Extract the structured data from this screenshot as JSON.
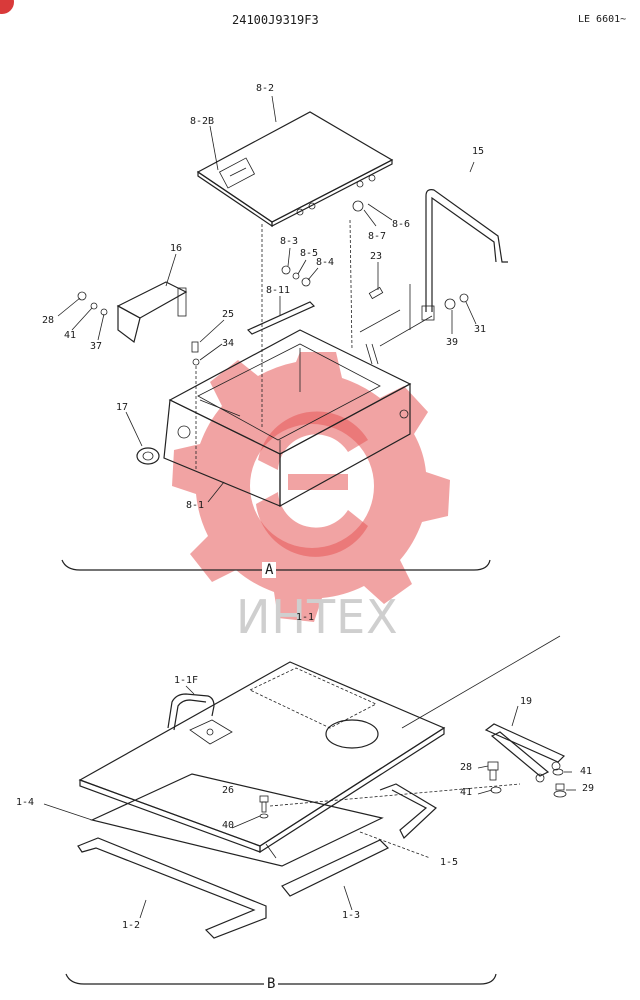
{
  "header": {
    "code": "24100J9319F3",
    "model": "LE 6601~"
  },
  "watermark": {
    "text": "ИНТЕХ"
  },
  "sections": {
    "a": "A",
    "b": "B"
  },
  "labels": {
    "l8_2": "8-2",
    "l8_2B": "8-2B",
    "l15": "15",
    "l8_6": "8-6",
    "l8_7": "8-7",
    "l8_3": "8-3",
    "l8_5": "8-5",
    "l8_4": "8-4",
    "l16": "16",
    "l23": "23",
    "l8_11": "8-11",
    "l28a": "28",
    "l41a": "41",
    "l37": "37",
    "l25": "25",
    "l34": "34",
    "l39": "39",
    "l31": "31",
    "l17": "17",
    "l8_1": "8-1",
    "l1_1": "1-1",
    "l1_1F": "1-1F",
    "l19": "19",
    "l28b": "28",
    "l41b": "41",
    "l41c": "41",
    "l29": "29",
    "l26": "26",
    "l40": "40",
    "l1_4": "1-4",
    "l1_5": "1-5",
    "l1_2": "1-2",
    "l1_3": "1-3"
  }
}
